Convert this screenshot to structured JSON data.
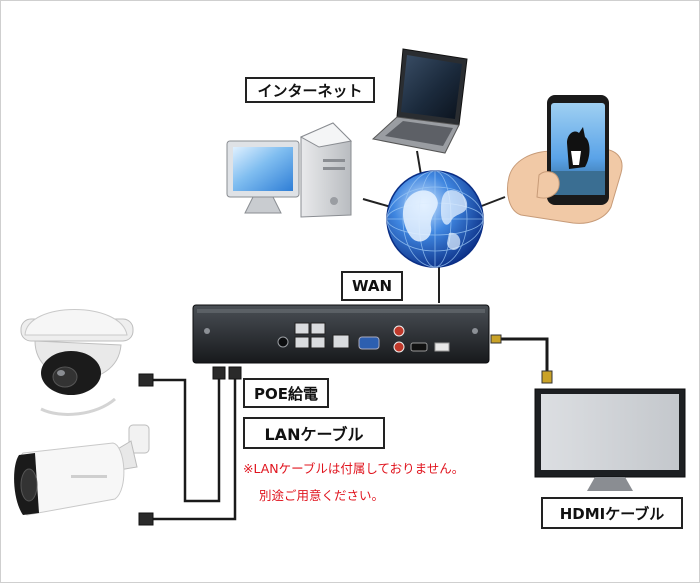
{
  "labels": {
    "internet": "インターネット",
    "wan": "WAN",
    "poe": "POE給電",
    "lan_cable": "LANケーブル",
    "hdmi_cable": "HDMIケーブル"
  },
  "notes": {
    "line1": "※LANケーブルは付属しておりません。",
    "line2": "別途ご用意ください。"
  },
  "colors": {
    "note_red": "#e0141e",
    "cable": "#1a1a1a",
    "hdmi_gold": "#c9a227",
    "globe_blue": "#1f5fbf",
    "screen_blue": "#5aa3e8"
  },
  "icons": {
    "desktop": "desktop-computer-icon",
    "laptop": "laptop-icon",
    "phone": "smartphone-icon",
    "globe": "globe-icon",
    "nvr": "nvr-recorder-icon",
    "dome": "dome-camera-icon",
    "bullet": "bullet-camera-icon",
    "monitor": "monitor-icon"
  }
}
